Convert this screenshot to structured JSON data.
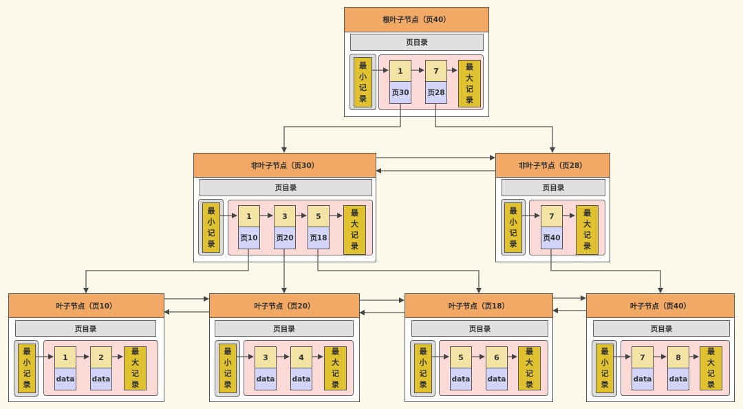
{
  "diagram": {
    "type": "B+ tree index page structure",
    "labels": {
      "directory": "页目录",
      "min_record": [
        "最",
        "小",
        "记",
        "录"
      ],
      "max_record": [
        "最",
        "大",
        "记",
        "录"
      ],
      "data": "data"
    },
    "colors": {
      "background": "#fcf8ea",
      "header": "#f2a966",
      "directory": "#e0e0e0",
      "minmax": "#e0c12f",
      "record_area": "#fbdad8",
      "key": "#f3e3a4",
      "value": "#d2d4fa",
      "line": "#444444"
    },
    "root": {
      "title": "根叶子节点（页40）",
      "records": [
        {
          "key": "1",
          "value": "页30"
        },
        {
          "key": "7",
          "value": "页28"
        }
      ]
    },
    "internal": [
      {
        "title": "非叶子节点（页30）",
        "records": [
          {
            "key": "1",
            "value": "页10"
          },
          {
            "key": "3",
            "value": "页20"
          },
          {
            "key": "5",
            "value": "页18"
          }
        ]
      },
      {
        "title": "非叶子节点（页28）",
        "records": [
          {
            "key": "7",
            "value": "页40"
          }
        ]
      }
    ],
    "leaves": [
      {
        "title": "叶子节点（页10）",
        "records": [
          {
            "key": "1",
            "value": "data"
          },
          {
            "key": "2",
            "value": "data"
          }
        ]
      },
      {
        "title": "叶子节点（页20）",
        "records": [
          {
            "key": "3",
            "value": "data"
          },
          {
            "key": "4",
            "value": "data"
          }
        ]
      },
      {
        "title": "叶子节点（页18）",
        "records": [
          {
            "key": "5",
            "value": "data"
          },
          {
            "key": "6",
            "value": "data"
          }
        ]
      },
      {
        "title": "叶子节点（页40）",
        "records": [
          {
            "key": "7",
            "value": "data"
          },
          {
            "key": "8",
            "value": "data"
          }
        ]
      }
    ],
    "edges": [
      {
        "from": "root.record.页30",
        "to": "非叶子节点（页30）"
      },
      {
        "from": "root.record.页28",
        "to": "非叶子节点（页28）"
      },
      {
        "from": "页30.record.页10",
        "to": "叶子节点（页10）"
      },
      {
        "from": "页30.record.页20",
        "to": "叶子节点（页20）"
      },
      {
        "from": "页30.record.页18",
        "to": "叶子节点（页18）"
      },
      {
        "from": "页28.record.页40",
        "to": "叶子节点（页40）"
      },
      {
        "from": "非叶子节点（页30）",
        "to": "非叶子节点（页28）",
        "bidirectional": true
      },
      {
        "from": "叶子节点（页10）",
        "to": "叶子节点（页20）",
        "bidirectional": true
      },
      {
        "from": "叶子节点（页20）",
        "to": "叶子节点（页18）",
        "bidirectional": true
      },
      {
        "from": "叶子节点（页18）",
        "to": "叶子节点（页40）",
        "bidirectional": true
      }
    ]
  }
}
